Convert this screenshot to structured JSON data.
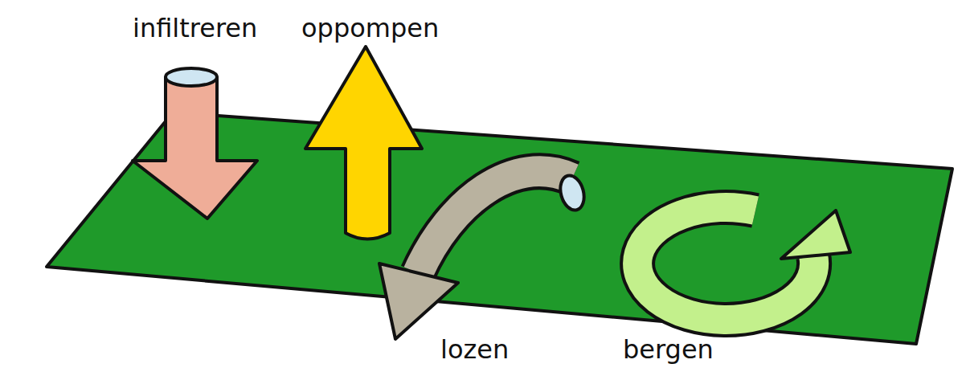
{
  "diagram": {
    "labels": [
      "infiltreren",
      "oppompen",
      "lozen",
      "bergen"
    ]
  }
}
